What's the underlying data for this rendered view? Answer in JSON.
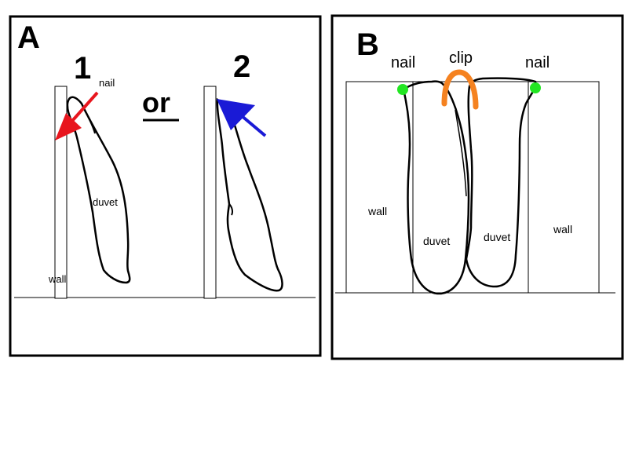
{
  "panel_a": {
    "letter": "A",
    "option_1": "1",
    "option_2": "2",
    "or_word": "or",
    "nail_label": "nail",
    "duvet_label": "duvet",
    "wall_label": "wall",
    "arrow_1_color": "#e8161e",
    "arrow_2_color": "#1a1ad6"
  },
  "panel_b": {
    "letter": "B",
    "nail_left_label": "nail",
    "clip_label": "clip",
    "nail_right_label": "nail",
    "wall_left_label": "wall",
    "duvet_left_label": "duvet",
    "duvet_right_label": "duvet",
    "wall_right_label": "wall",
    "nail_color": "#22e622",
    "clip_color": "#f58220"
  }
}
